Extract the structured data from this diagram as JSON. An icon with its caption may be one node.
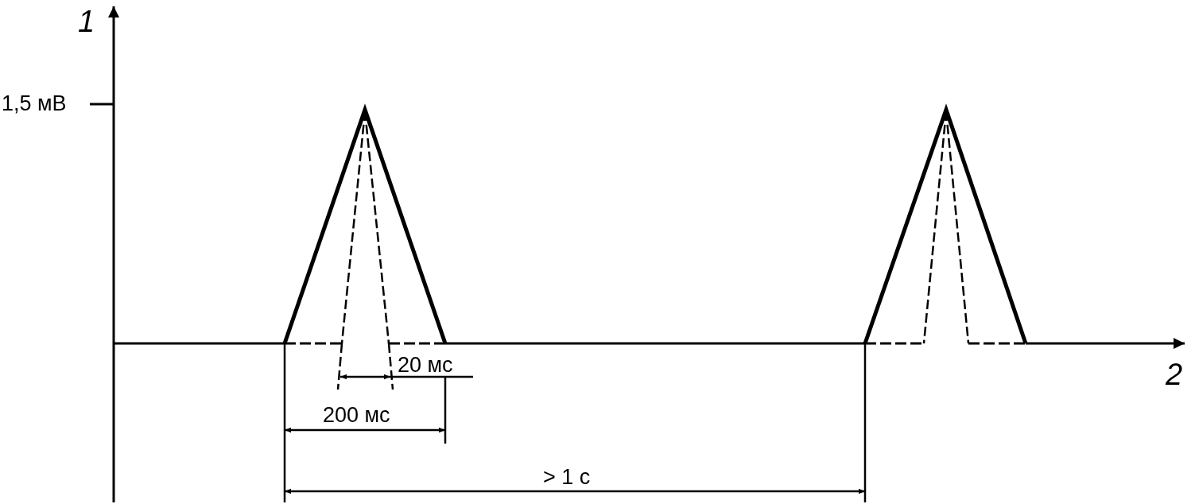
{
  "diagram": {
    "labels": [
      "1",
      "1,5 мВ",
      "20 мс",
      "200 мс",
      "> 1 с",
      "2"
    ]
  }
}
